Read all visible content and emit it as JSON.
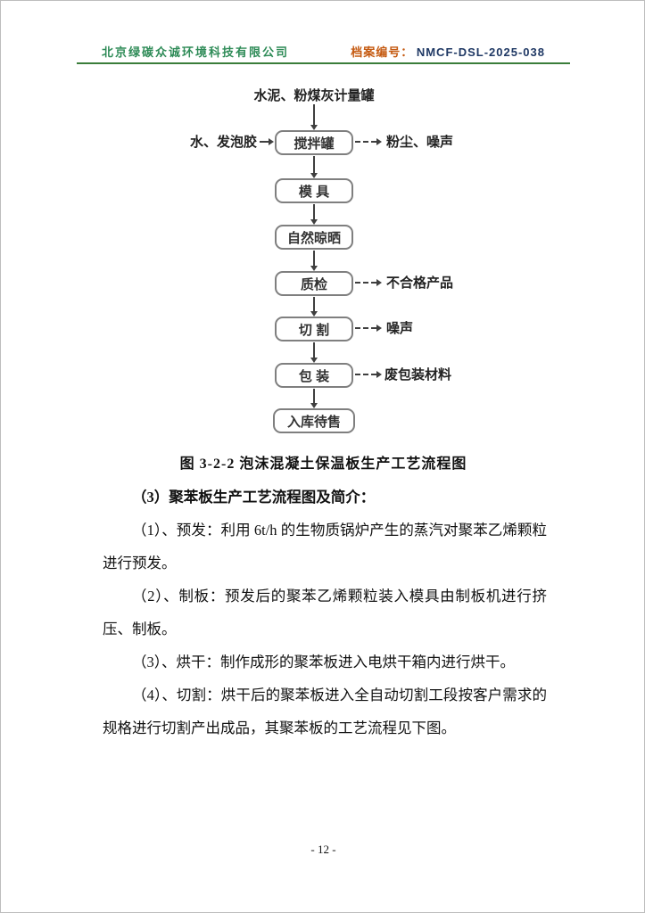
{
  "colors": {
    "company_green": "#2e8b57",
    "doc_label_orange": "#c55a11",
    "doc_number_navy": "#1f3864",
    "flow_border_gray": "#7f7f7f"
  },
  "header": {
    "company": "北京绿碳众诚环境科技有限公司",
    "doc_label": "档案编号：",
    "doc_number": "NMCF-DSL-2025-038"
  },
  "flowchart": {
    "top_input": "水泥、粉煤灰计量罐",
    "side_input": "水、发泡胶",
    "nodes": [
      {
        "label": "搅拌罐",
        "side_output": "粉尘、噪声"
      },
      {
        "label": "模 具"
      },
      {
        "label": "自然晾晒"
      },
      {
        "label": "质检",
        "side_output": "不合格产品"
      },
      {
        "label": "切 割",
        "side_output": "噪声"
      },
      {
        "label": "包 装",
        "side_output": "废包装材料"
      },
      {
        "label": "入库待售"
      }
    ],
    "caption": "图 3-2-2 泡沫混凝土保温板生产工艺流程图"
  },
  "body": {
    "heading": "（3）聚苯板生产工艺流程图及简介：",
    "paragraphs": [
      "（1）、预发：利用 6t/h 的生物质锅炉产生的蒸汽对聚苯乙烯颗粒进行预发。",
      "（2）、制板：预发后的聚苯乙烯颗粒装入模具由制板机进行挤压、制板。",
      "（3）、烘干：制作成形的聚苯板进入电烘干箱内进行烘干。",
      "（4）、切割：烘干后的聚苯板进入全自动切割工段按客户需求的规格进行切割产出成品，其聚苯板的工艺流程见下图。"
    ]
  },
  "footer": {
    "page_number": "- 12 -"
  }
}
